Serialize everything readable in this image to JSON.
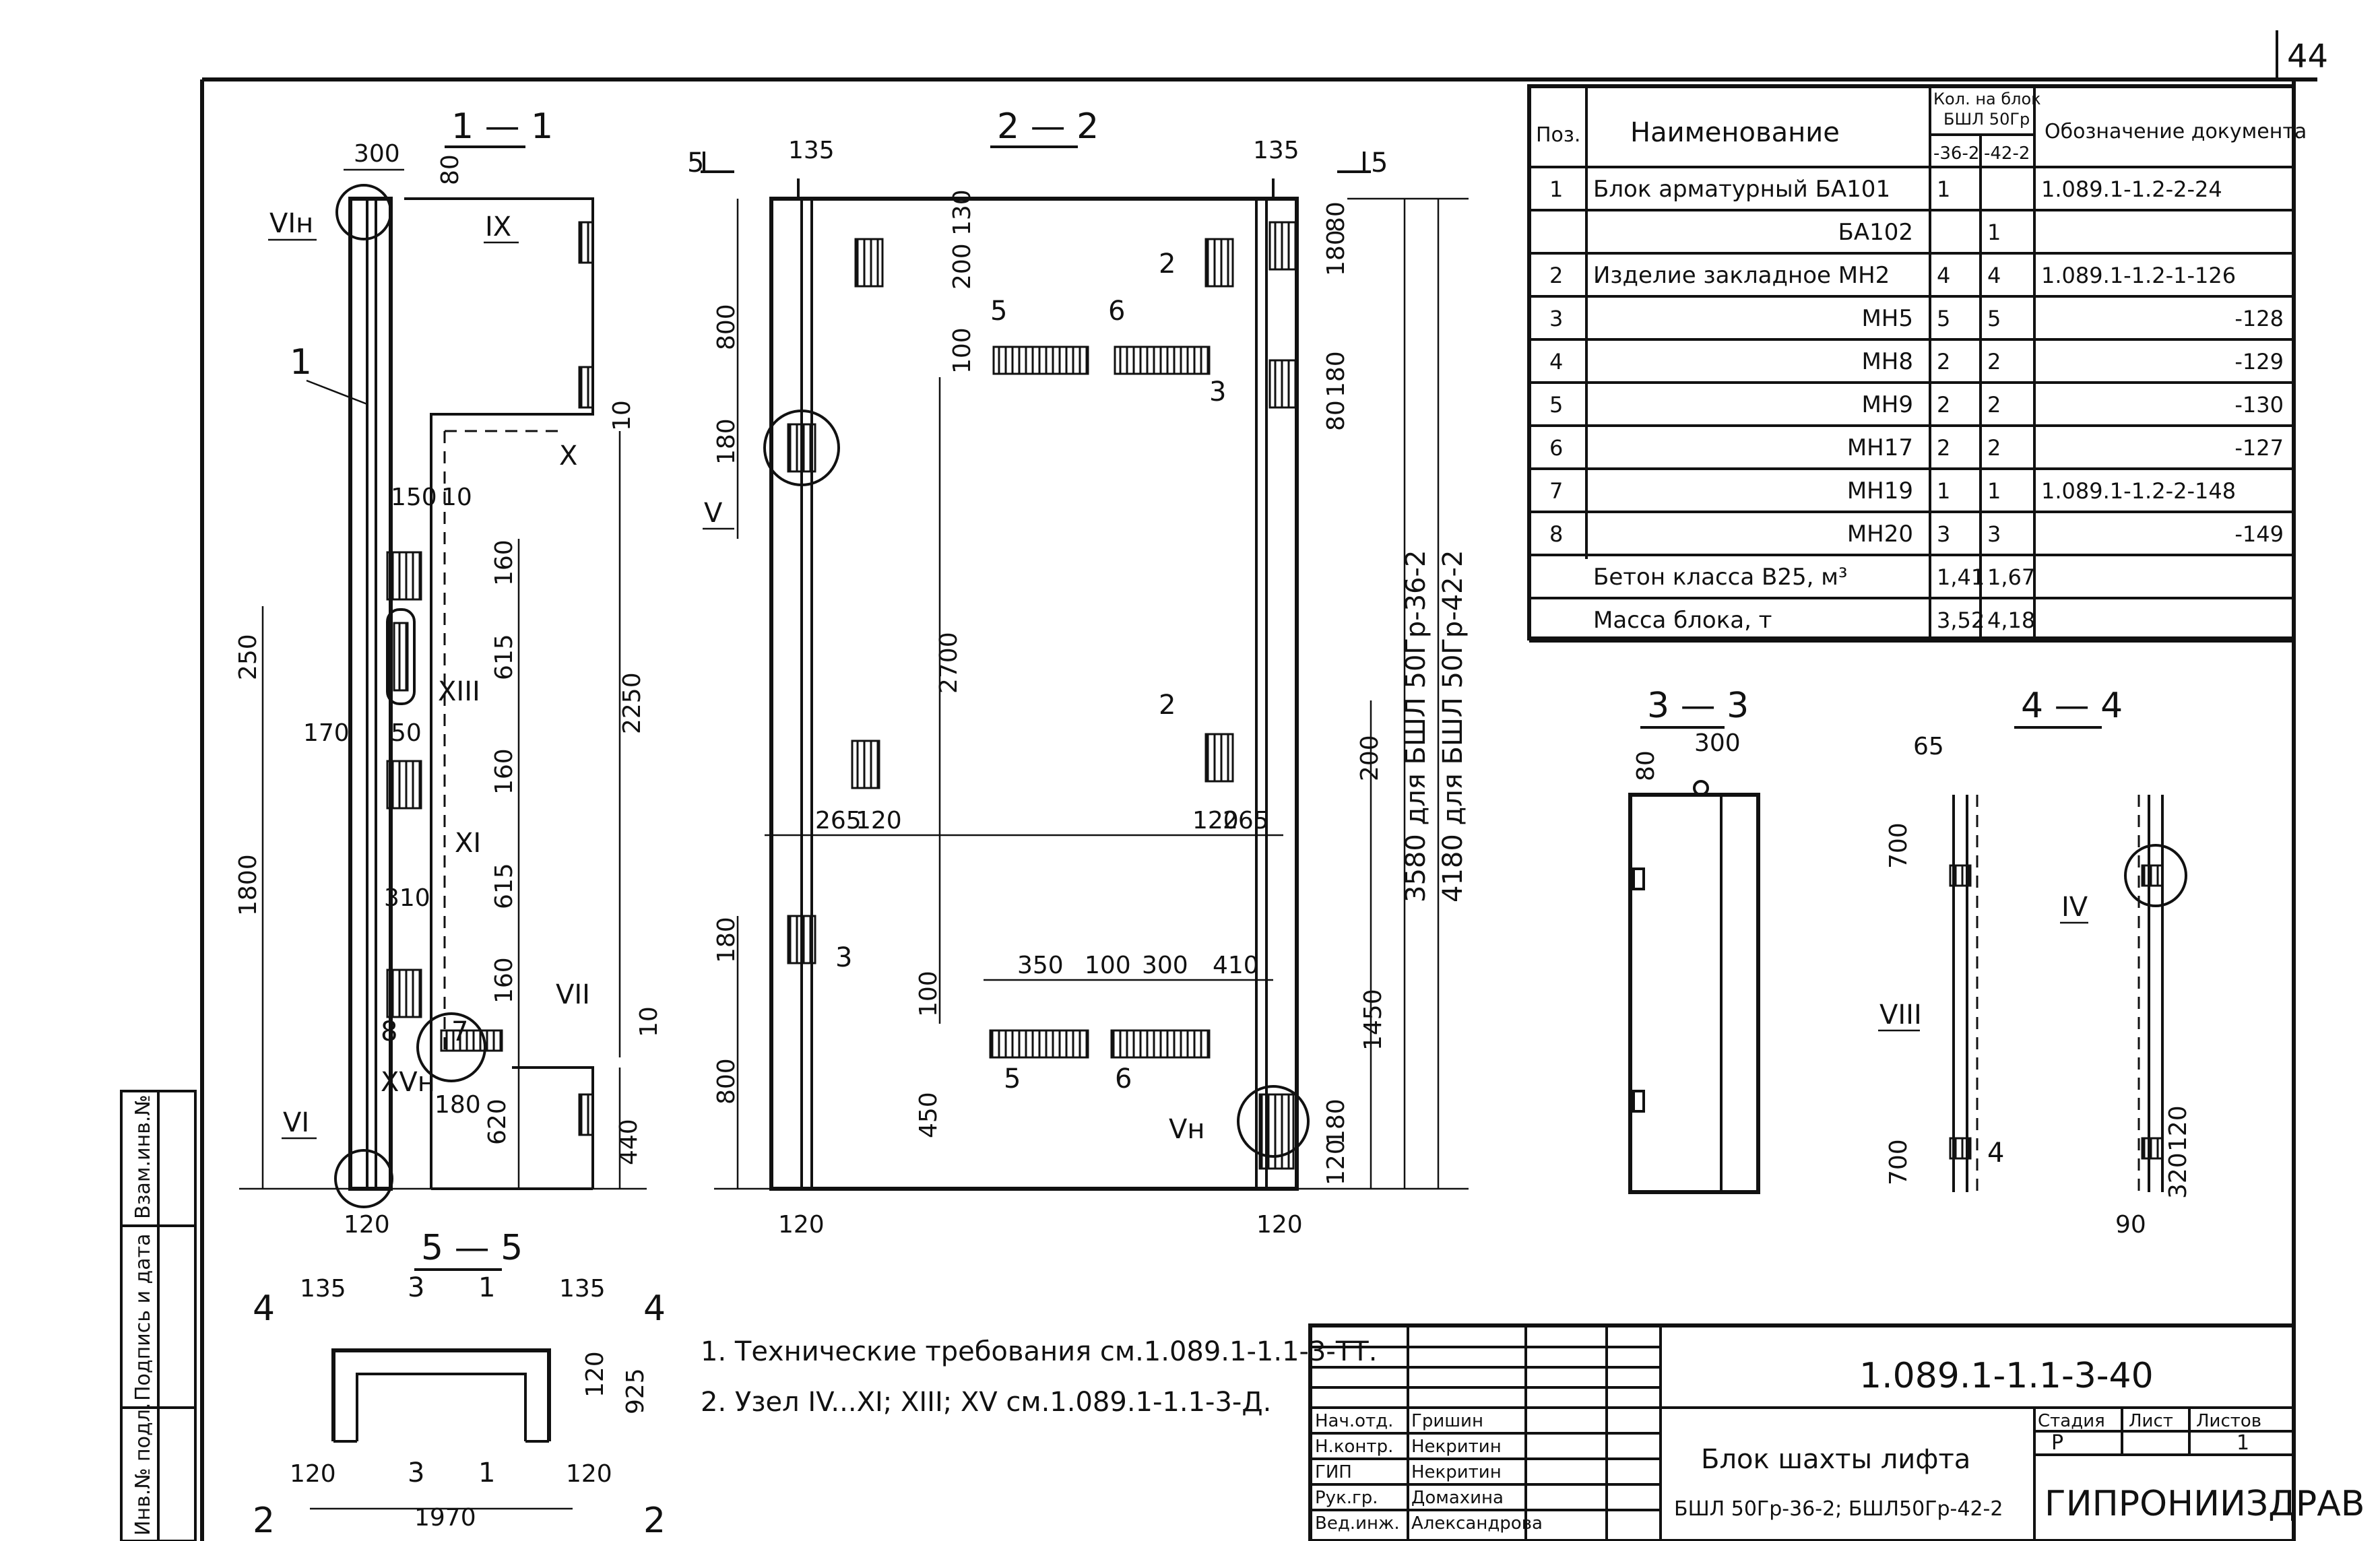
{
  "page_number": "44",
  "sections": {
    "s11": "1 — 1",
    "s22": "2 — 2",
    "s33": "3 — 3",
    "s44": "4 — 4",
    "s55": "5 — 5"
  },
  "section1": {
    "dims": [
      "300",
      "80",
      "150",
      "10",
      "10",
      "160",
      "615",
      "160",
      "615",
      "160",
      "250",
      "170",
      "50",
      "310",
      "1800",
      "2250",
      "440",
      "620",
      "180",
      "120",
      "10"
    ],
    "nodes": [
      "VIн",
      "IX",
      "X",
      "XIII",
      "XI",
      "VII",
      "XVн",
      "VI"
    ],
    "positions": [
      "1",
      "7",
      "8"
    ]
  },
  "section2": {
    "dims": [
      "135",
      "135",
      "130",
      "200",
      "800",
      "180",
      "80",
      "180",
      "180",
      "80",
      "100",
      "2700",
      "200",
      "265",
      "120",
      "120",
      "265",
      "180",
      "350",
      "100",
      "300",
      "410",
      "100",
      "800",
      "450",
      "120",
      "180",
      "120",
      "120",
      "1450"
    ],
    "nodes": [
      "V",
      "Vн"
    ],
    "positions": [
      "2",
      "3",
      "5",
      "6",
      "2",
      "3",
      "5",
      "6"
    ],
    "cut_marks": [
      "5",
      "5"
    ],
    "height_labels": [
      "3580  для  БШЛ 50Гр-36-2",
      "4180  для  БШЛ 50Гр-42-2"
    ]
  },
  "section3": {
    "dims": [
      "80",
      "300"
    ]
  },
  "section4": {
    "dims": [
      "65",
      "700",
      "700",
      "120",
      "320",
      "90"
    ],
    "nodes": [
      "IV",
      "VIII"
    ],
    "positions": [
      "4"
    ]
  },
  "section5": {
    "dims": [
      "135",
      "135",
      "120",
      "925",
      "120",
      "120",
      "1970"
    ],
    "marks": [
      "3",
      "1",
      "3",
      "1",
      "4",
      "4",
      "2",
      "2"
    ]
  },
  "spec_table": {
    "headers": {
      "pos": "Поз.",
      "name": "Наименование",
      "qty_top": "Кол. на блок",
      "qty_sub": "БШЛ 50Гр",
      "col36": "-36-2",
      "col42": "-42-2",
      "doc": "Обозначение документа"
    },
    "rows": [
      {
        "pos": "1",
        "name": "Блок арматурный БА101",
        "q36": "1",
        "q42": "",
        "doc": "1.089.1-1.2-2-24"
      },
      {
        "pos": "",
        "name": "БА102",
        "q36": "",
        "q42": "1",
        "doc": ""
      },
      {
        "pos": "2",
        "name": "Изделие закладное МН2",
        "q36": "4",
        "q42": "4",
        "doc": "1.089.1-1.2-1-126"
      },
      {
        "pos": "3",
        "name": "МН5",
        "q36": "5",
        "q42": "5",
        "doc": "-128"
      },
      {
        "pos": "4",
        "name": "МН8",
        "q36": "2",
        "q42": "2",
        "doc": "-129"
      },
      {
        "pos": "5",
        "name": "МН9",
        "q36": "2",
        "q42": "2",
        "doc": "-130"
      },
      {
        "pos": "6",
        "name": "МН17",
        "q36": "2",
        "q42": "2",
        "doc": "-127"
      },
      {
        "pos": "7",
        "name": "МН19",
        "q36": "1",
        "q42": "1",
        "doc": "1.089.1-1.2-2-148"
      },
      {
        "pos": "8",
        "name": "МН20",
        "q36": "3",
        "q42": "3",
        "doc": "-149"
      },
      {
        "pos": "",
        "name": "Бетон класса В25, м³",
        "q36": "1,41",
        "q42": "1,67",
        "doc": ""
      },
      {
        "pos": "",
        "name": "Масса блока, т",
        "q36": "3,52",
        "q42": "4,18",
        "doc": ""
      }
    ]
  },
  "notes": [
    "1. Технические требования см.1.089.1-1.1-3-ТТ.",
    "2. Узел IV...XI; XIII; XV см.1.089.1-1.1-3-Д."
  ],
  "side_stamp": [
    "Инв.№ подл.",
    "Подпись и дата",
    "Взам.инв.№"
  ],
  "title_block": {
    "doc_code": "1.089.1-1.1-3-40",
    "title_line1": "Блок шахты лифта",
    "title_line2": "БШЛ 50Гр-36-2; БШЛ50Гр-42-2",
    "stage_label": "Стадия",
    "sheet_label": "Лист",
    "sheets_label": "Листов",
    "stage": "Р",
    "sheets": "1",
    "org": "ГИПРОНИИЗДРАВ",
    "signers": [
      {
        "role": "Нач.отд.",
        "name": "Гришин"
      },
      {
        "role": "Н.контр.",
        "name": "Некритин"
      },
      {
        "role": "ГИП",
        "name": "Некритин"
      },
      {
        "role": "Рук.гр.",
        "name": "Домахина"
      },
      {
        "role": "Вед.инж.",
        "name": "Александрова"
      }
    ]
  }
}
